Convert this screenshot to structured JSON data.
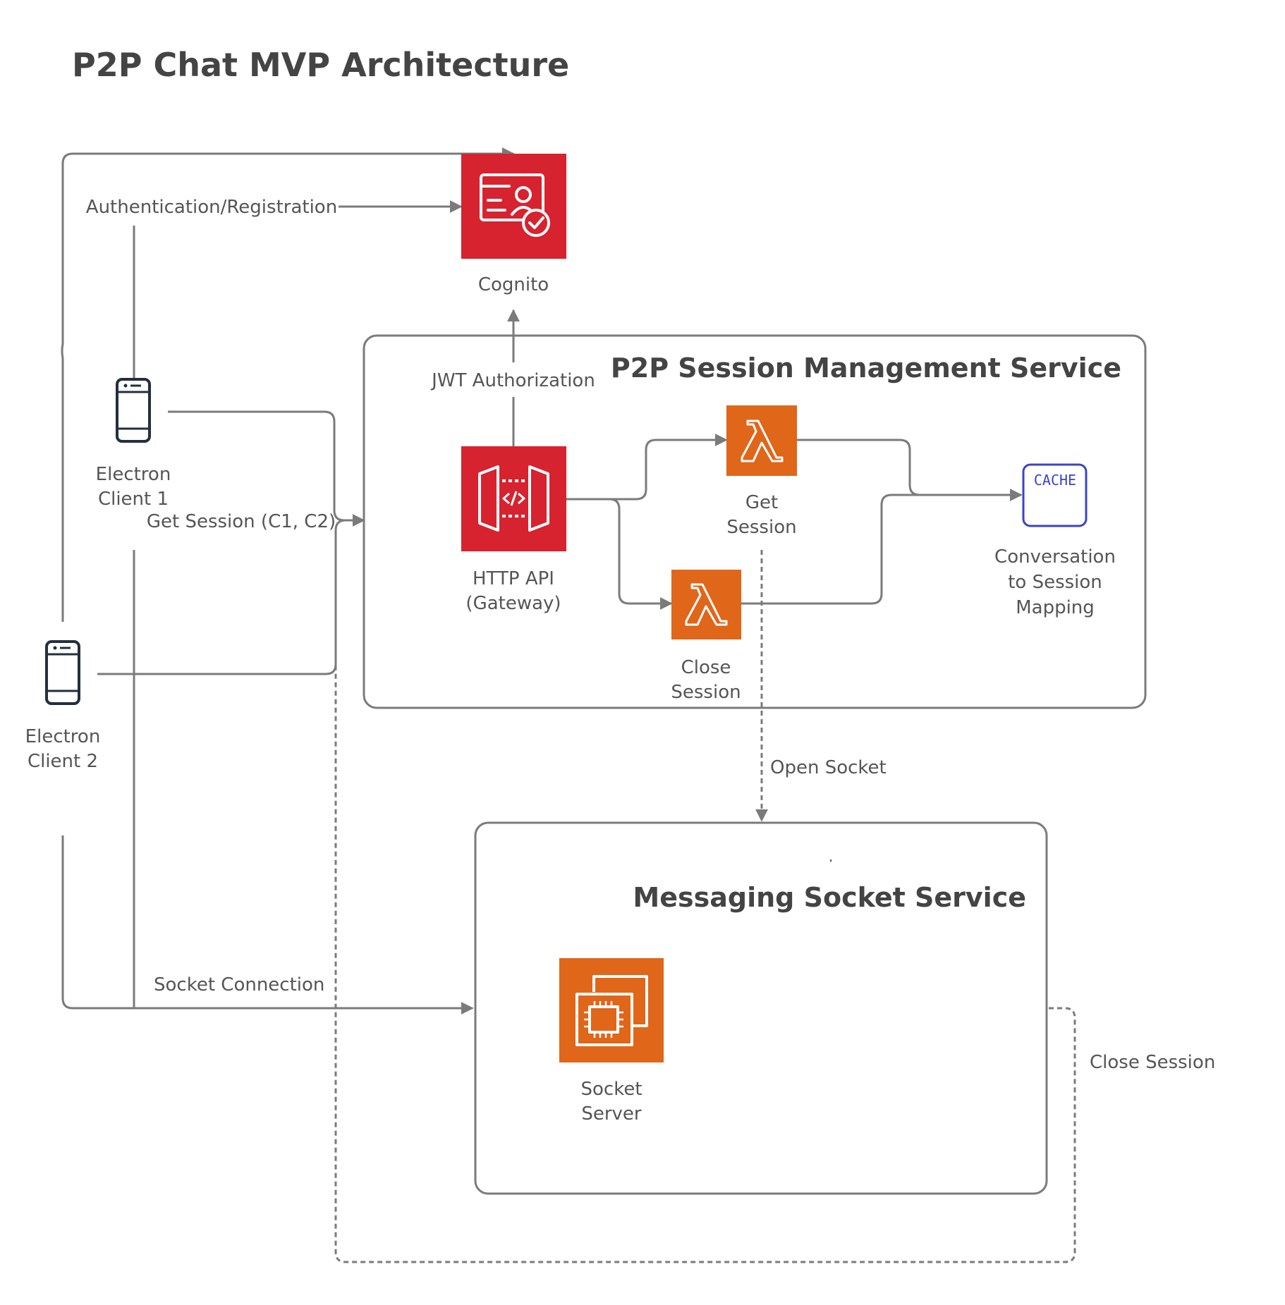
{
  "title": "P2P Chat MVP Architecture",
  "groups": {
    "session_management": "P2P Session Management Service",
    "messaging": "Messaging Socket Service",
    "messaging_dot": "."
  },
  "nodes": {
    "cognito": "Cognito",
    "http_api": [
      "HTTP API",
      "(Gateway)"
    ],
    "get_session": [
      "Get",
      "Session"
    ],
    "close_session": [
      "Close",
      "Session"
    ],
    "cache_badge": "CACHE",
    "cache": [
      "Conversation",
      "to Session",
      "Mapping"
    ],
    "client1": [
      "Electron",
      "Client 1"
    ],
    "client2": [
      "Electron",
      "Client 2"
    ],
    "socket_server": [
      "Socket",
      "Server"
    ]
  },
  "edges": {
    "auth": "Authentication/Registration",
    "jwt": "JWT Authorization",
    "get_session": "Get Session (C1, C2)",
    "open_socket": "Open Socket",
    "socket_connection": "Socket Connection",
    "close_session": "Close Session"
  },
  "colors": {
    "security_red": "#d6232f",
    "compute_orange": "#e0661a",
    "line": "#7b7b7b",
    "cache_blue": "#3b44c4",
    "group_border": "#7b7b7b"
  },
  "icons": {
    "cognito": "cognito-icon",
    "http_api": "api-gateway-icon",
    "get_session": "lambda-icon",
    "close_session": "lambda-icon",
    "cache": "cache-icon",
    "client": "mobile-device-icon",
    "socket_server": "ec2-instances-icon"
  }
}
